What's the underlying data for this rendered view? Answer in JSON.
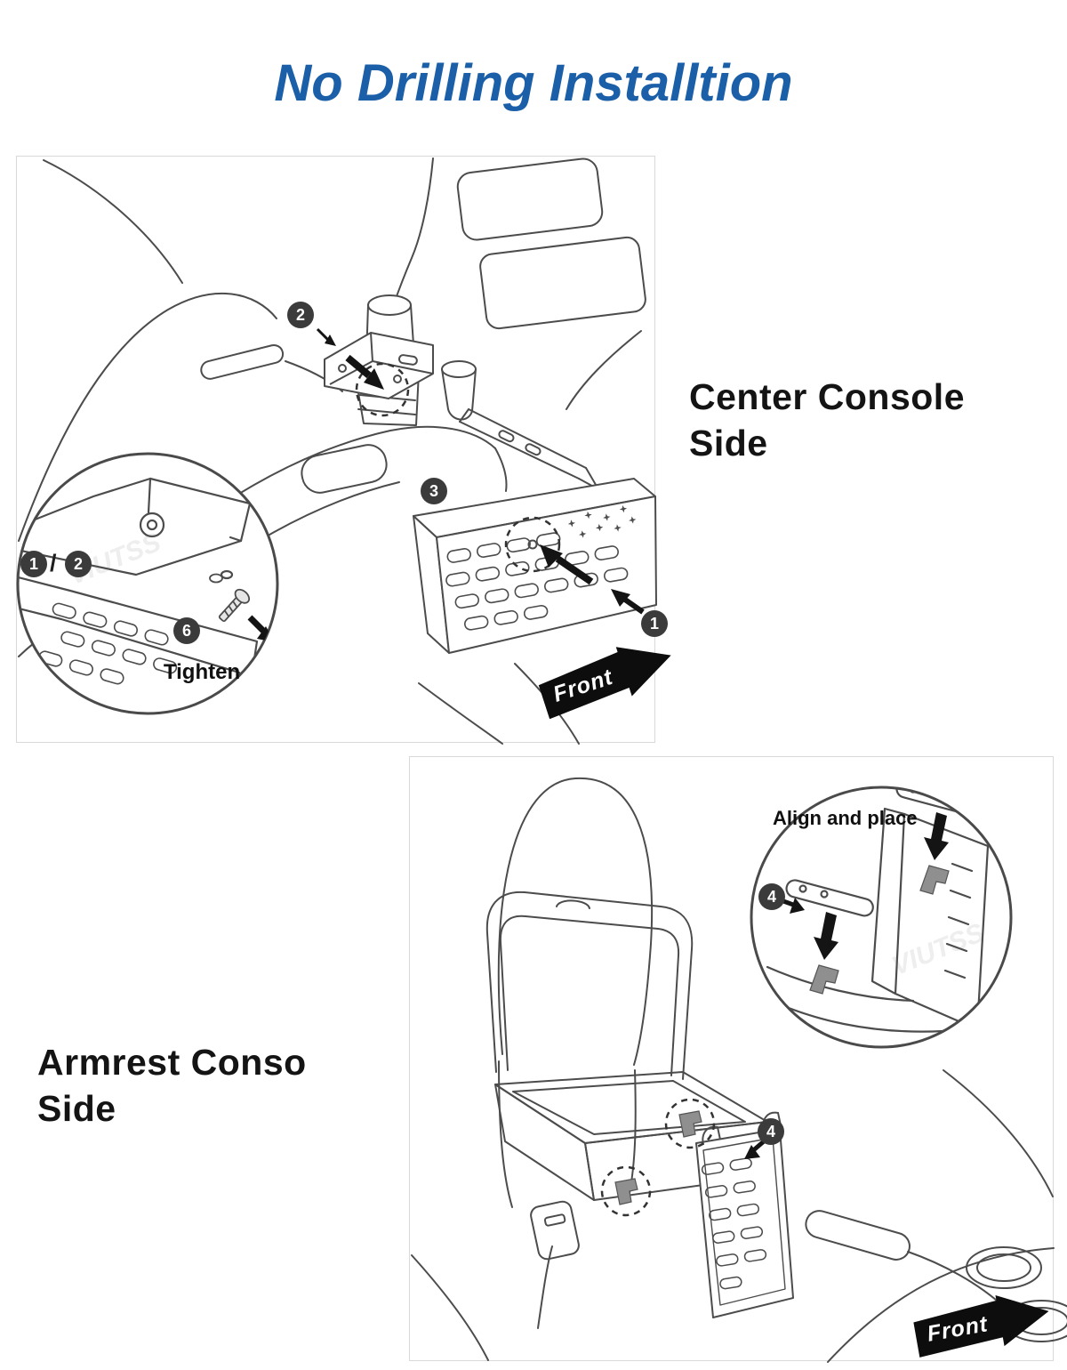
{
  "page": {
    "title": "No Drilling Installtion",
    "watermark": "VIUTSS"
  },
  "colors": {
    "title_blue": "#1b5fa8",
    "badge_dark": "#3b3b3b",
    "line_gray": "#4c4c4c",
    "clip_gray": "#8f8f8f"
  },
  "center_console": {
    "label_line1": "Center Console",
    "label_line2": "Side",
    "tighten": "Tighten",
    "front": "Front",
    "slash": "/",
    "callouts": {
      "bracket": "2",
      "rail": "3",
      "panel_a": "1",
      "panel_b": "2",
      "screw": "6",
      "edge": "1"
    }
  },
  "armrest_console": {
    "label_line1": "Armrest Conso",
    "label_line2": "Side",
    "align": "Align and place",
    "front": "Front",
    "callouts": {
      "hook_inset": "4",
      "hook_main": "4"
    }
  }
}
